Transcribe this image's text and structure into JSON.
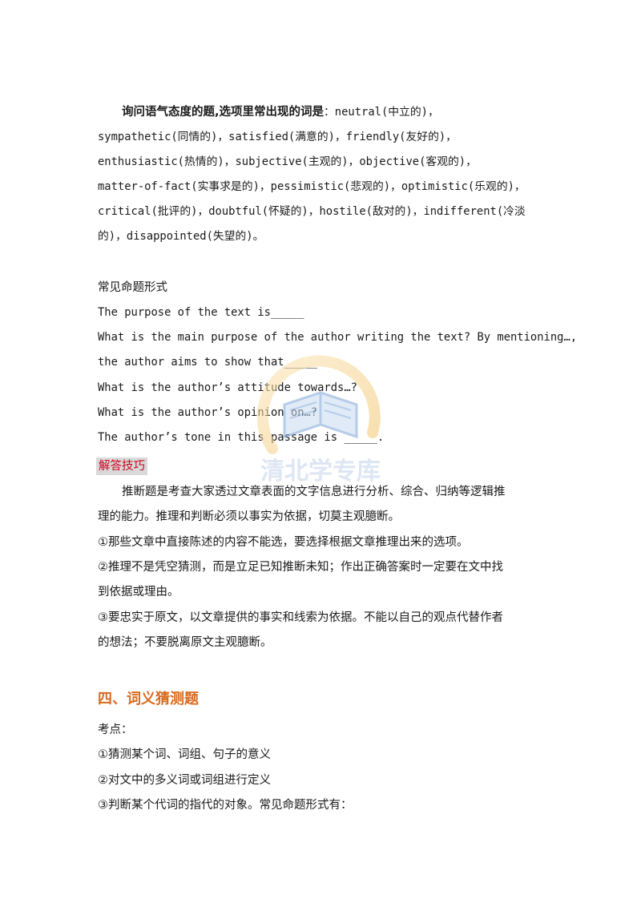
{
  "section1": {
    "lead_bold": "询问语气态度的题,选项里常出现的词是",
    "lines": [
      "：neutral(中立的)，",
      "sympathetic(同情的)，satisfied(满意的)，friendly(友好的)，",
      "enthusiastic(热情的)，subjective(主观的)，objective(客观的)，",
      "matter-of-fact(实事求是的)，pessimistic(悲观的)，optimistic(乐观的)，",
      "critical(批评的)，doubtful(怀疑的)，hostile(敌对的)，indifferent(冷淡",
      "的)，disappointed(失望的)。"
    ]
  },
  "forms": {
    "title": "常见命题形式",
    "items": [
      "The purpose of the text is_____",
      "What is the main purpose of the author writing the text? By mentioning…,",
      "the author aims to show that_____",
      "What is the author’s attitude towards…?",
      "What is the author’s opinion on…?",
      "The author’s tone in this passage is _____."
    ]
  },
  "tips": {
    "label": "解答技巧",
    "lines": [
      "推断题是考查大家透过文章表面的文字信息进行分析、综合、归纳等逻辑推",
      "理的能力。推理和判断必须以事实为依据，切莫主观臆断。",
      "①那些文章中直接陈述的内容不能选，要选择根据文章推理出来的选项。",
      "②推理不是凭空猜测，而是立足已知推断未知；作出正确答案时一定要在文中找",
      "到依据或理由。",
      "③要忠实于原文，以文章提供的事实和线索为依据。不能以自己的观点代替作者",
      "的想法；不要脱离原文主观臆断。"
    ]
  },
  "section4": {
    "heading": "四、词义猜测题",
    "lines": [
      "考点：",
      "①猜测某个词、词组、句子的意义",
      "②对文中的多义词或词组进行定义",
      "③判断某个代词的指代的对象。常见命题形式有："
    ]
  },
  "watermark": {
    "text": "清北学专库",
    "colors": {
      "ring": "#f2c46a",
      "book": "#7aa3d6",
      "text": "#9bb4d9"
    }
  }
}
